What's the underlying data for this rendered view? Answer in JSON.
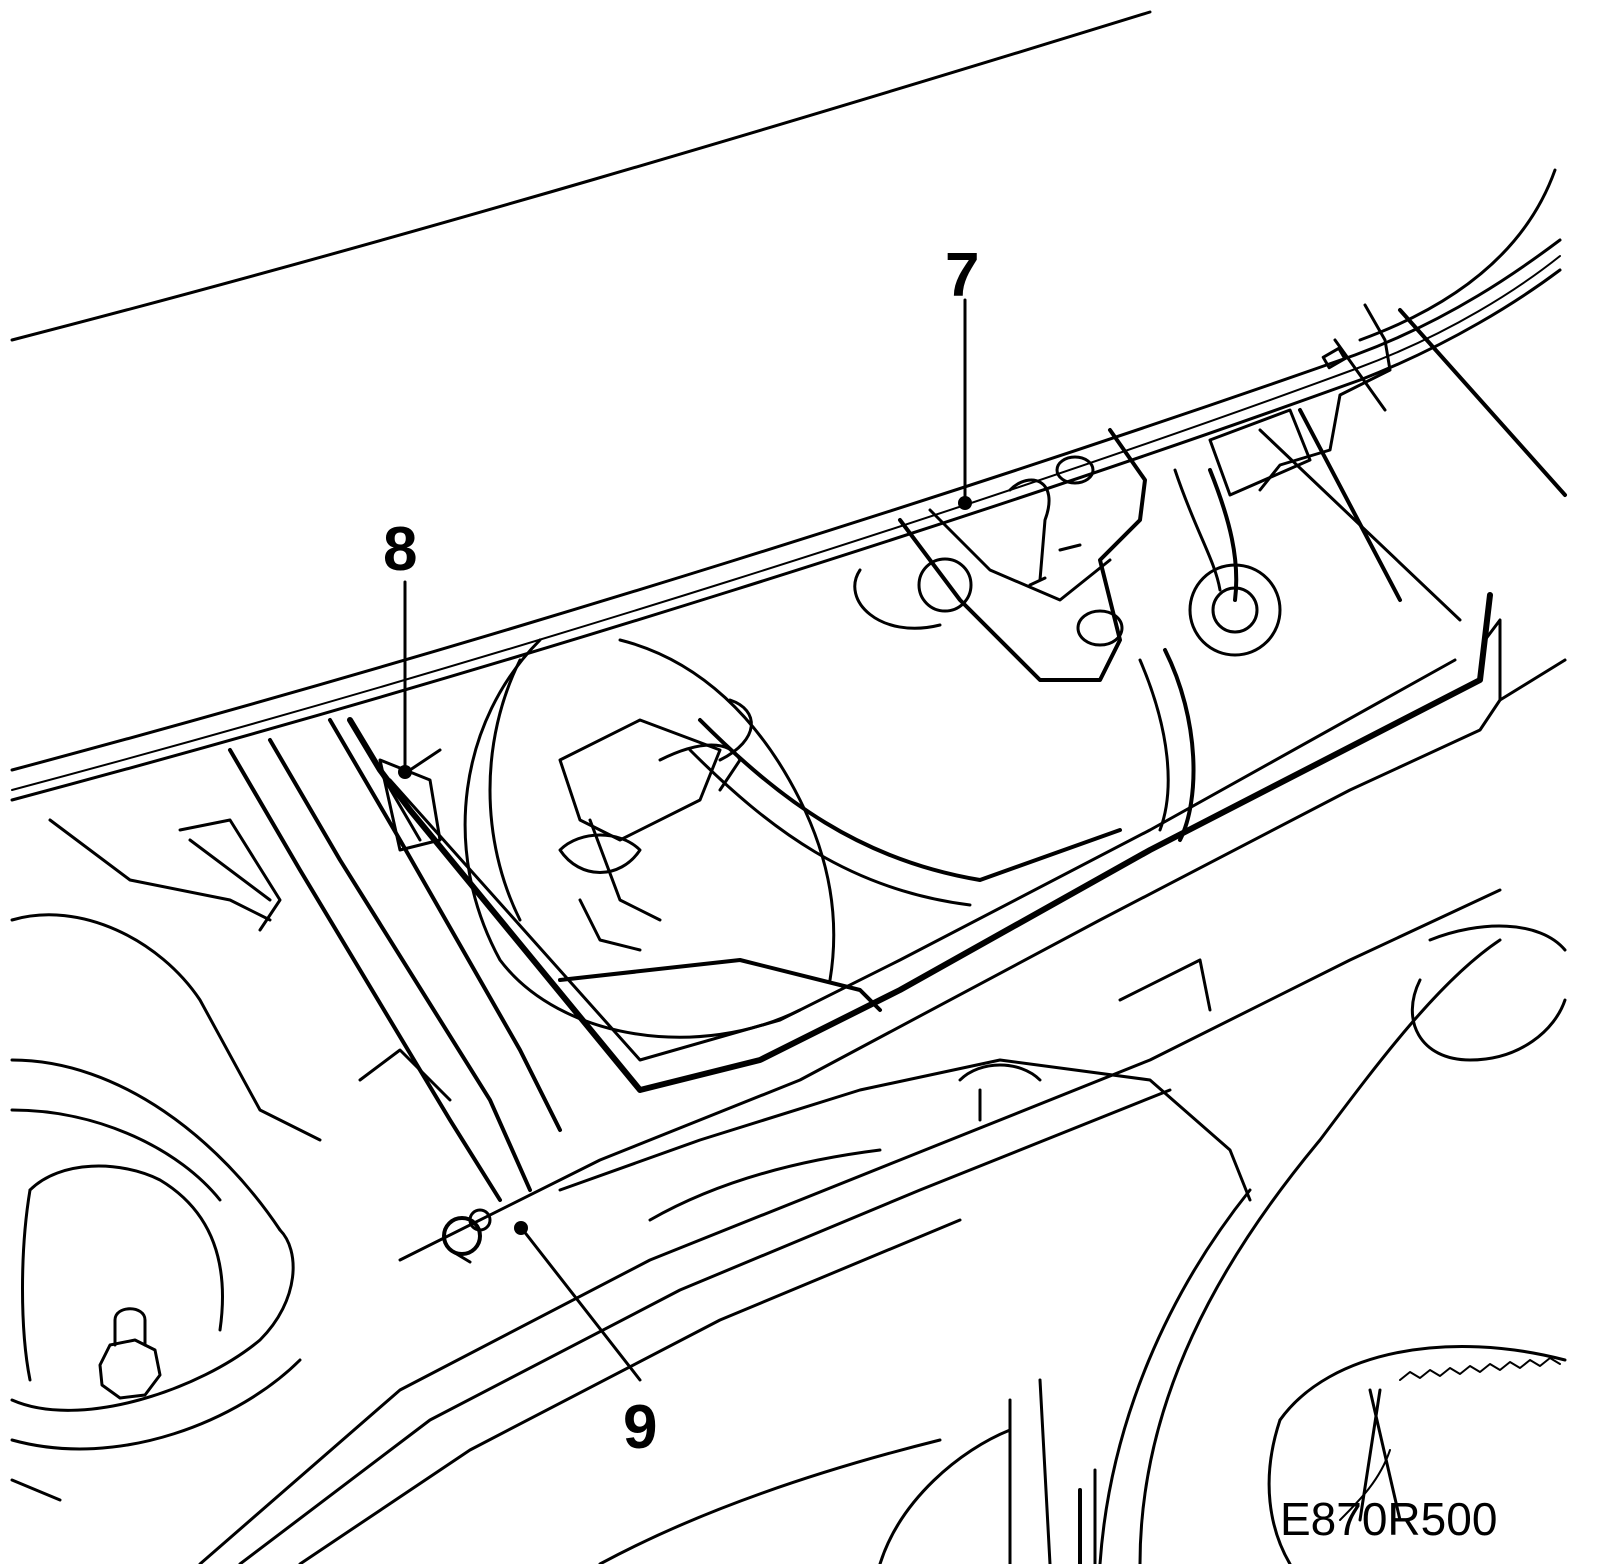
{
  "callouts": [
    {
      "id": "7",
      "label": "7"
    },
    {
      "id": "8",
      "label": "8"
    },
    {
      "id": "9",
      "label": "9"
    }
  ],
  "figure_code": "E870R500",
  "colors": {
    "ink": "#000000",
    "paper": "#ffffff"
  }
}
